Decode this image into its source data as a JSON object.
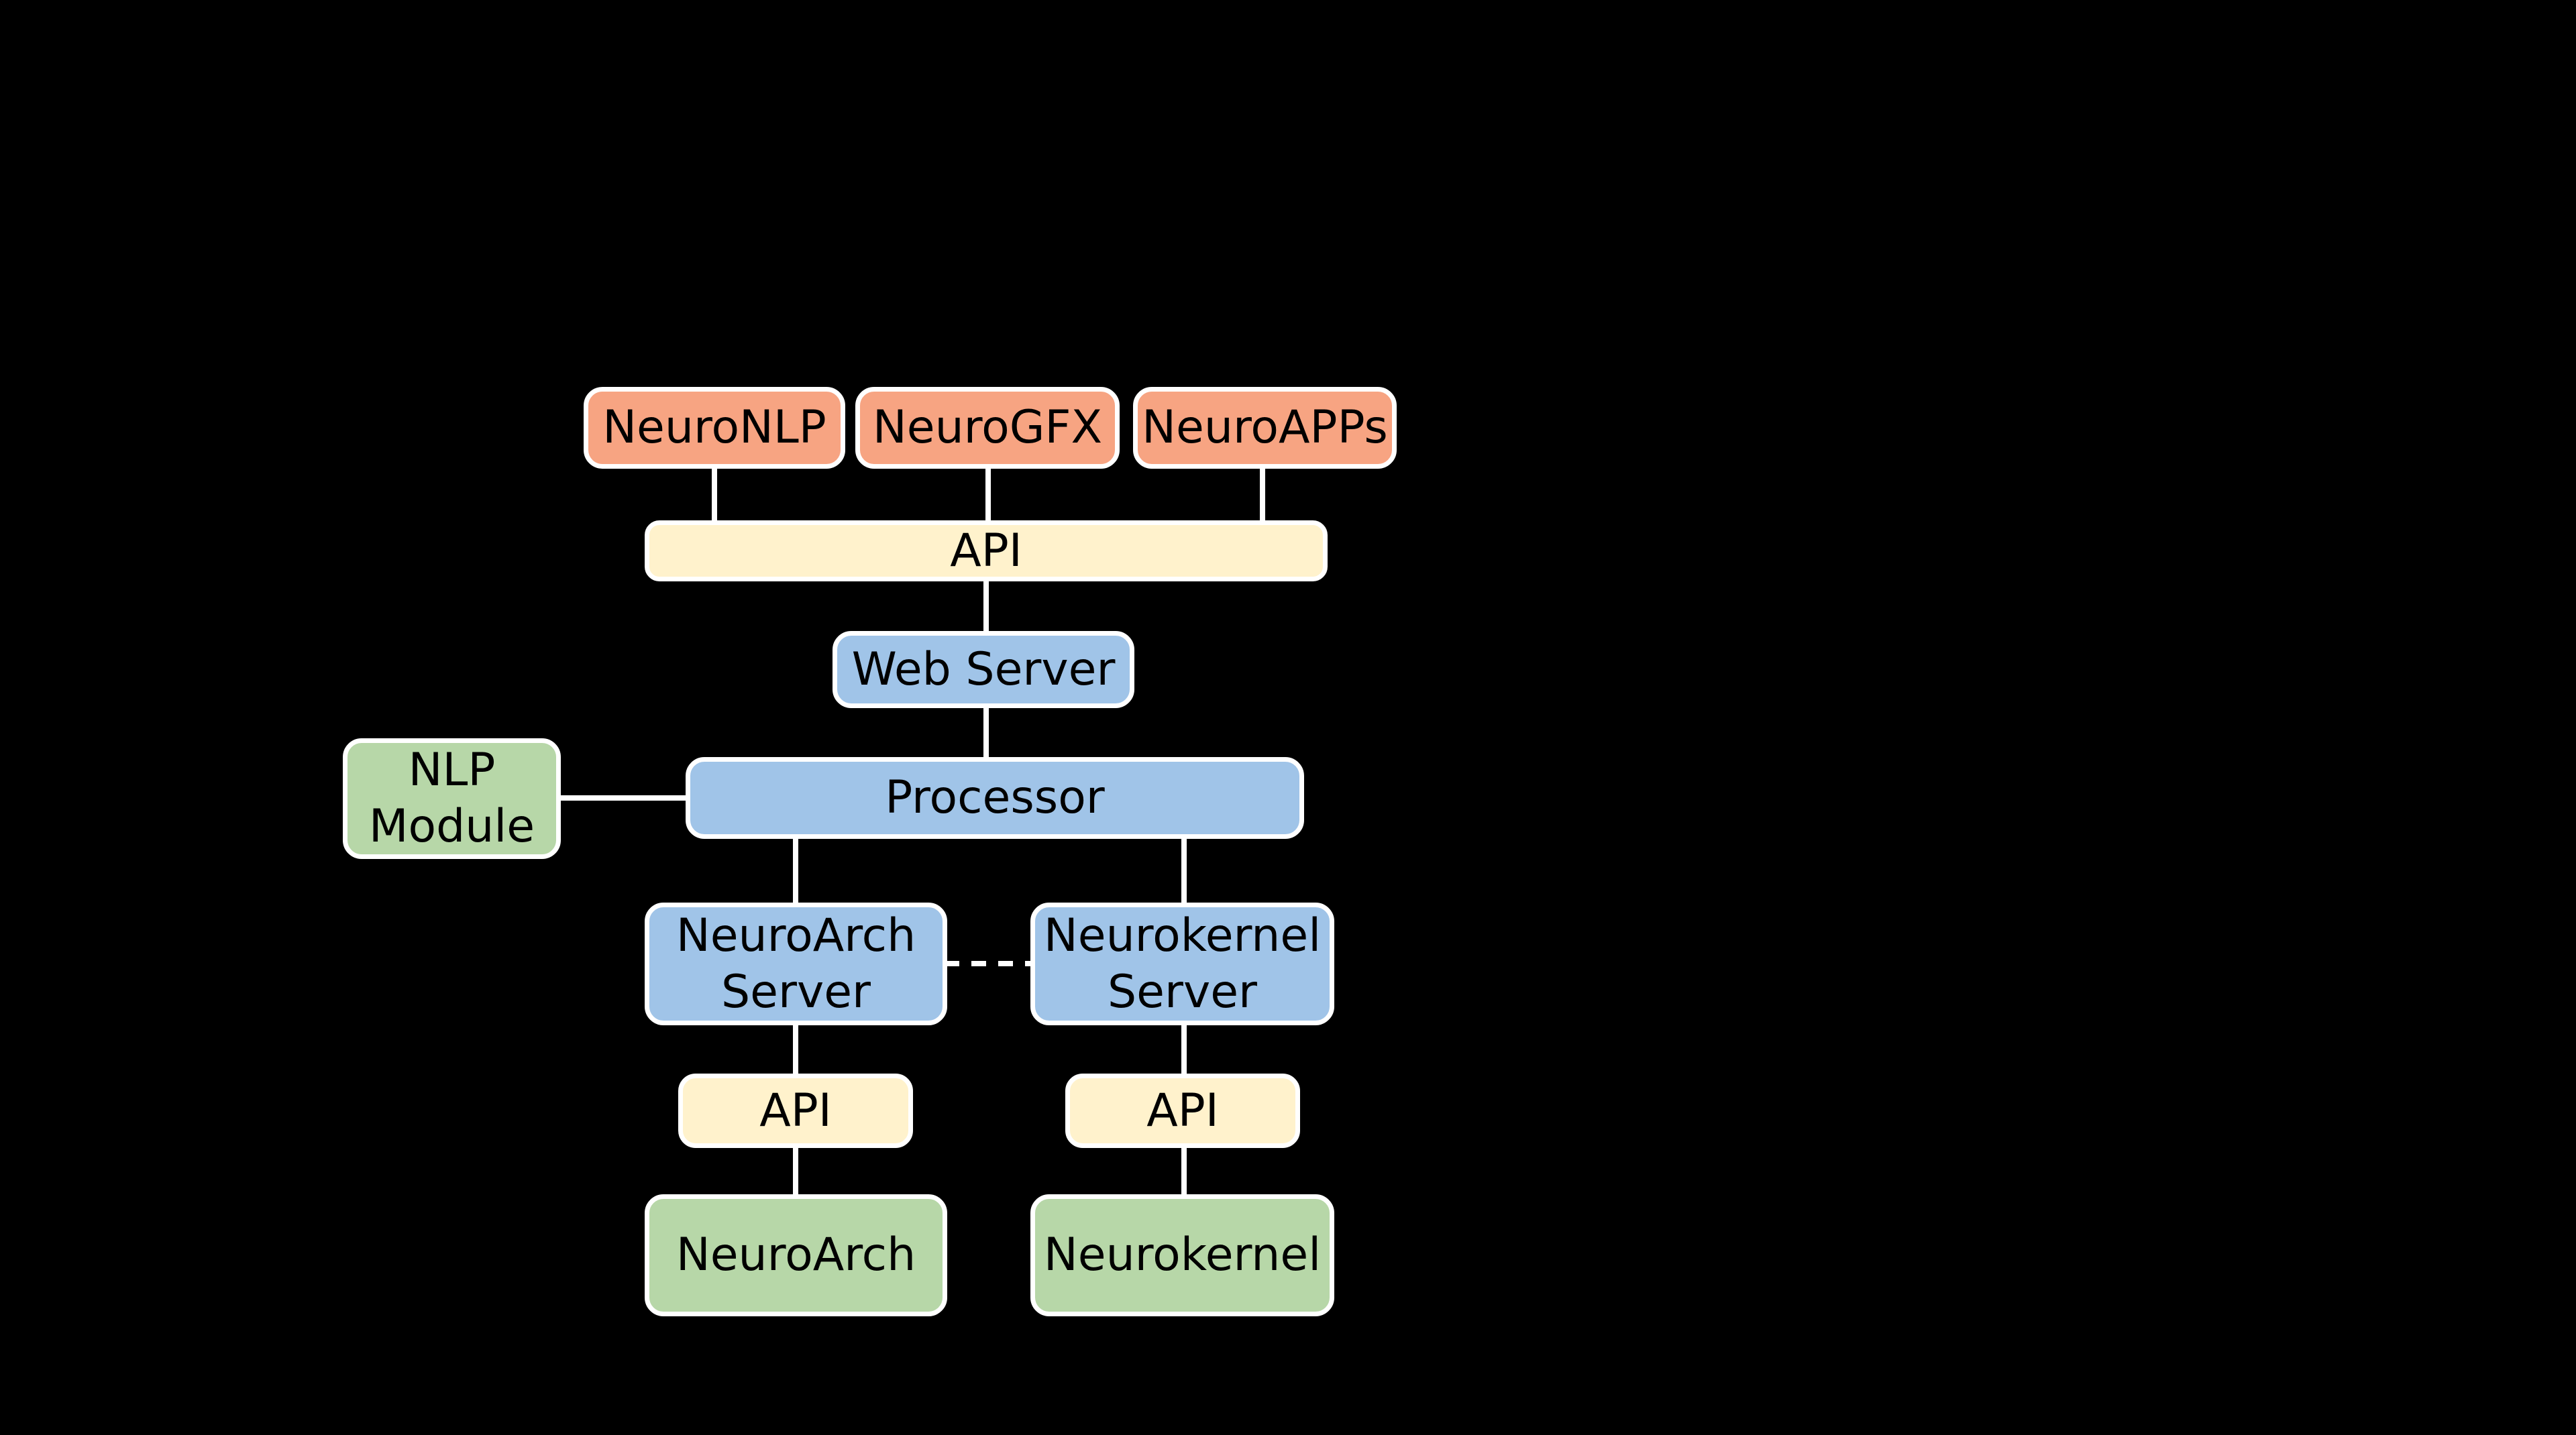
{
  "colors": {
    "background": "#000000",
    "frontend": "#f7a482",
    "api": "#fff2cc",
    "server": "#a0c4e8",
    "backend": "#b7d7a8",
    "border": "#ffffff"
  },
  "nodes": {
    "neuronlp": "NeuroNLP",
    "neurogfx": "NeuroGFX",
    "neuroapps": "NeuroAPPs",
    "api_top": "API",
    "web_server": "Web Server",
    "processor": "Processor",
    "nlp_module": "NLP\nModule",
    "neuroarch_server": "NeuroArch\nServer",
    "neurokernel_server": "Neurokernel\nServer",
    "api_neuroarch": "API",
    "api_neurokernel": "API",
    "neuroarch": "NeuroArch",
    "neurokernel": "Neurokernel"
  },
  "edges": [
    {
      "from": "neuronlp",
      "to": "api_top",
      "style": "solid"
    },
    {
      "from": "neurogfx",
      "to": "api_top",
      "style": "solid"
    },
    {
      "from": "neuroapps",
      "to": "api_top",
      "style": "solid"
    },
    {
      "from": "api_top",
      "to": "web_server",
      "style": "solid"
    },
    {
      "from": "web_server",
      "to": "processor",
      "style": "solid"
    },
    {
      "from": "nlp_module",
      "to": "processor",
      "style": "solid"
    },
    {
      "from": "processor",
      "to": "neuroarch_server",
      "style": "solid"
    },
    {
      "from": "processor",
      "to": "neurokernel_server",
      "style": "solid"
    },
    {
      "from": "neuroarch_server",
      "to": "neurokernel_server",
      "style": "dashed"
    },
    {
      "from": "neuroarch_server",
      "to": "api_neuroarch",
      "style": "solid"
    },
    {
      "from": "neurokernel_server",
      "to": "api_neurokernel",
      "style": "solid"
    },
    {
      "from": "api_neuroarch",
      "to": "neuroarch",
      "style": "solid"
    },
    {
      "from": "api_neurokernel",
      "to": "neurokernel",
      "style": "solid"
    }
  ]
}
